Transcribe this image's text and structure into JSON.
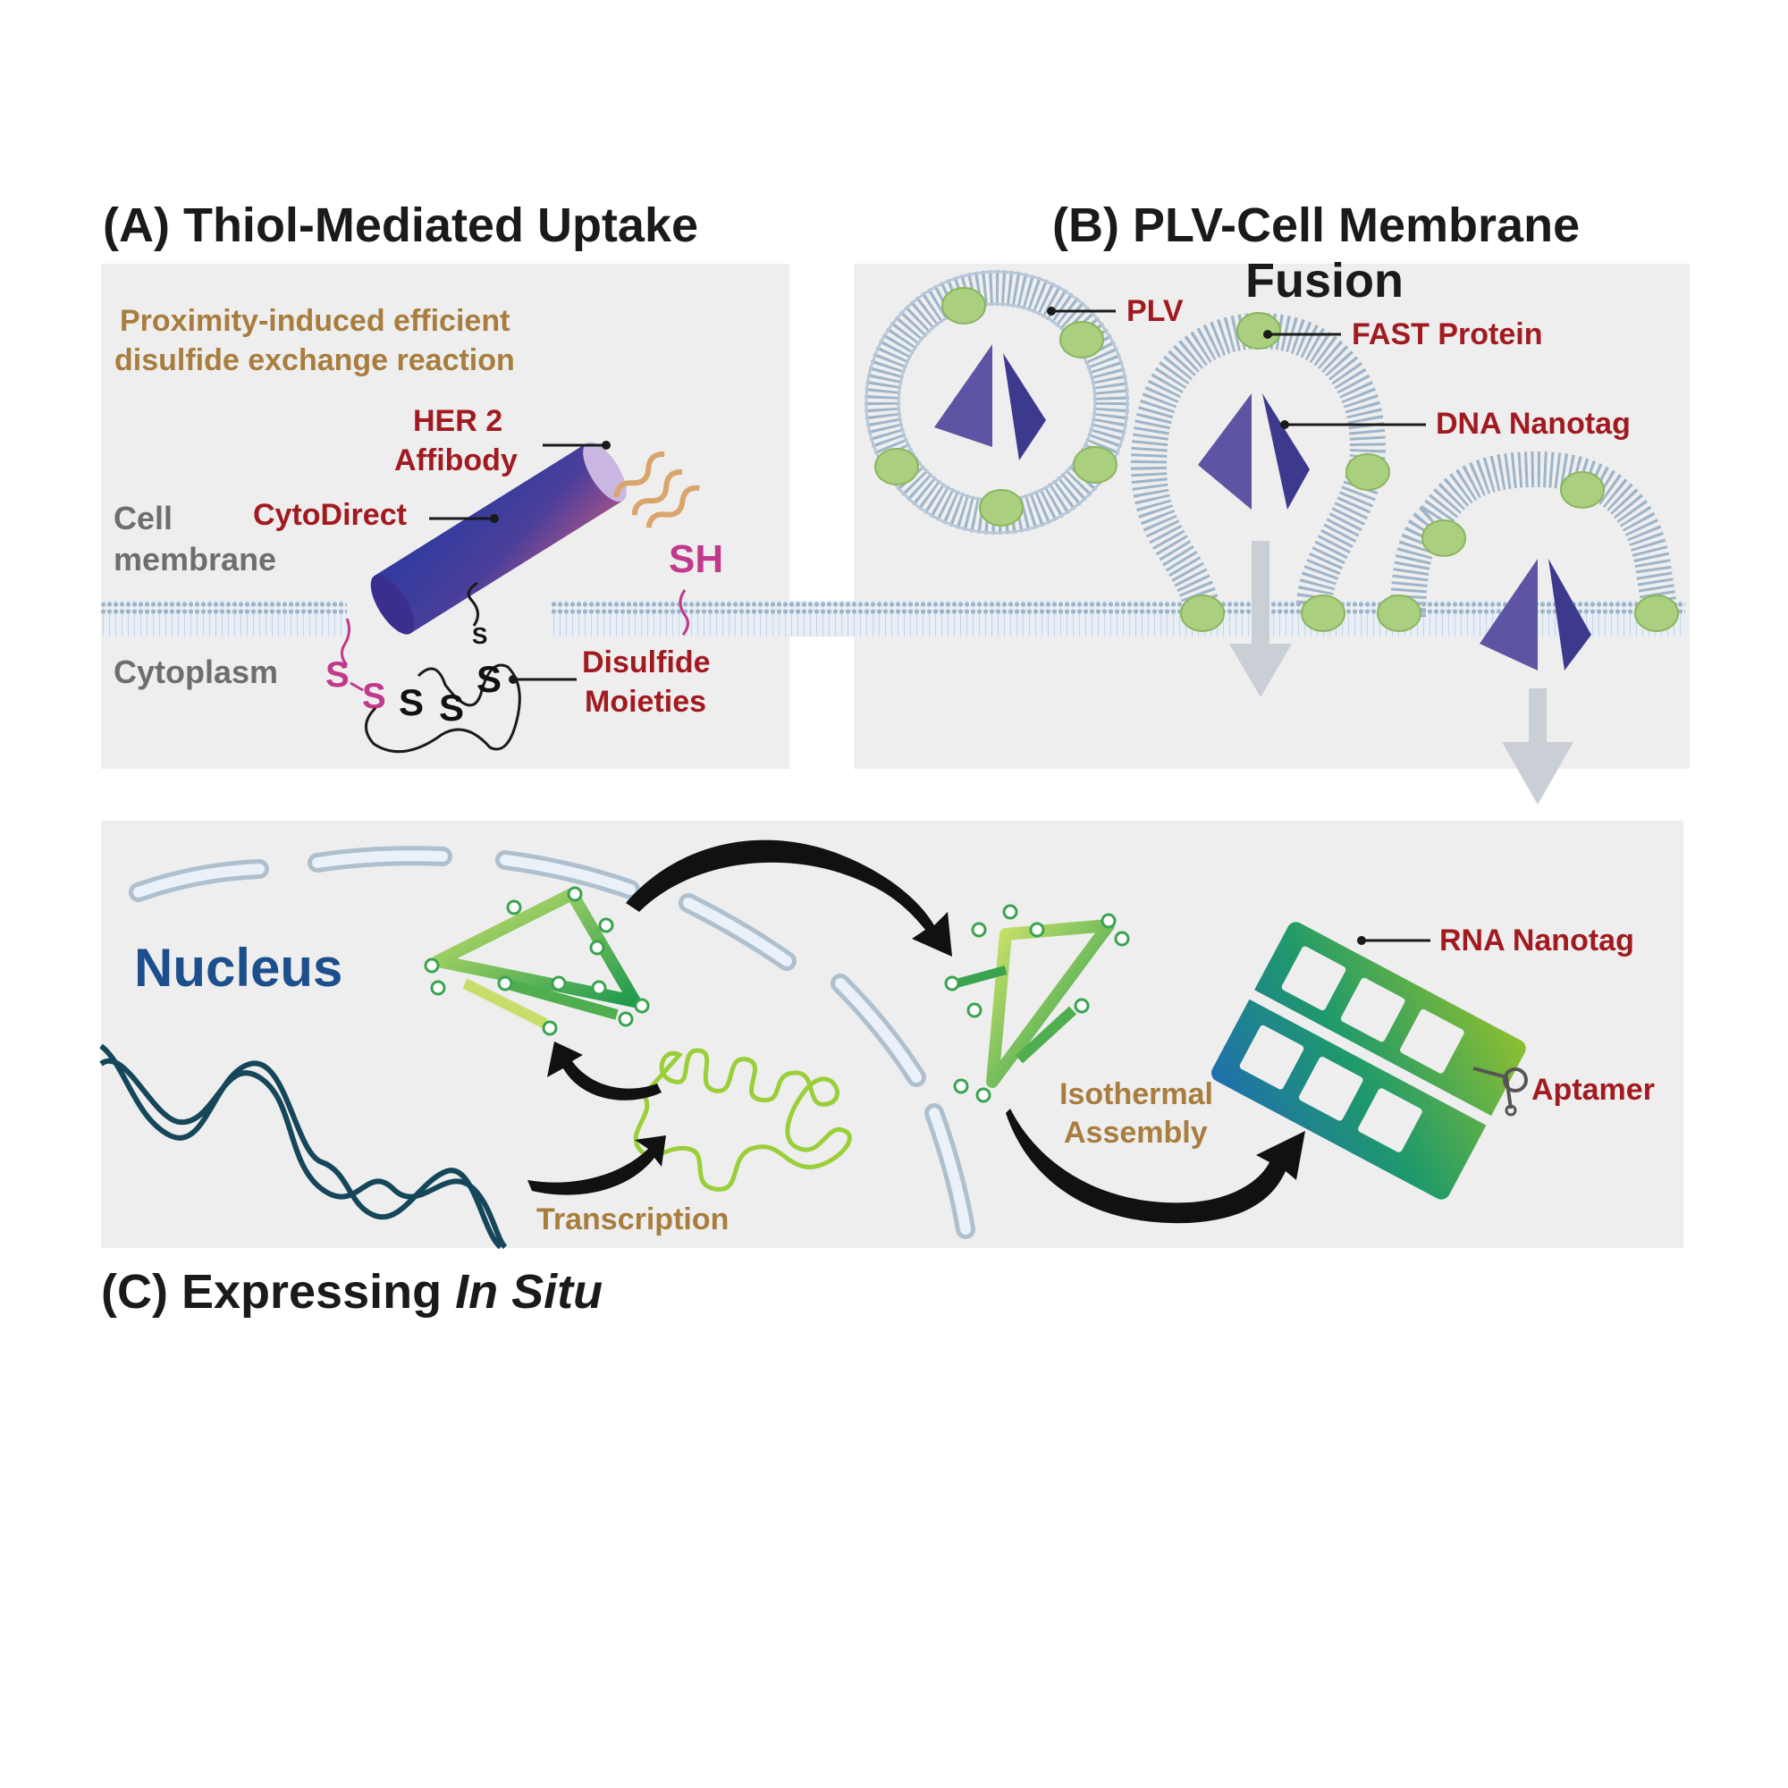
{
  "panels": {
    "a": {
      "title": "(A) Thiol-Mediated Uptake",
      "note_line1": "Proximity-induced efficient",
      "note_line2": "disulfide exchange reaction",
      "her2_line1": "HER 2",
      "her2_line2": "Affibody",
      "cytodirect": "CytoDirect",
      "cell_line1": "Cell",
      "cell_line2": "membrane",
      "cytoplasm": "Cytoplasm",
      "sh": "SH",
      "disulfide_line1": "Disulfide",
      "disulfide_line2": "Moieties",
      "s_small": "S",
      "s1": "S",
      "s2": "S",
      "s3": "S",
      "ss_left": "S",
      "ss_right": "S"
    },
    "b": {
      "title_line1": "(B) PLV-Cell Membrane",
      "title_line2": "Fusion",
      "plv": "PLV",
      "fast_protein": "FAST Protein",
      "dna_nanotag": "DNA Nanotag"
    },
    "c": {
      "title_prefix": "(C) Expressing ",
      "title_italic": "In Situ",
      "nucleus": "Nucleus",
      "rna_nanotag": "RNA Nanotag",
      "aptamer": "Aptamer",
      "isothermal_line1": "Isothermal",
      "isothermal_line2": "Assembly",
      "transcription": "Transcription"
    }
  },
  "colors": {
    "panel_bg": "#eeeeee",
    "label_red": "#a11a1f",
    "label_gold": "#a87d3e",
    "label_gray": "#6e6e6e",
    "thiol_magenta": "#c0398a",
    "nucleus_blue": "#1c4f8c",
    "nanotag_purple": "#5d55a3",
    "fast_green": "#a9cf7f",
    "membrane_blue": "#9eb4c9",
    "dna_teal": "#15465a"
  }
}
